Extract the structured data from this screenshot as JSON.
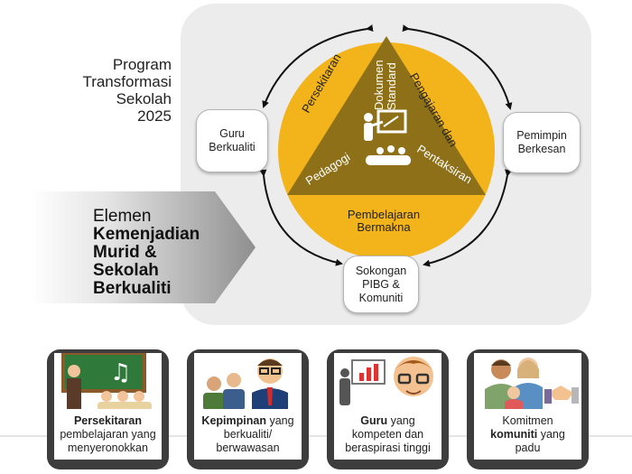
{
  "title": {
    "lines": [
      "Program",
      "Transformasi",
      "Sekolah",
      "2025"
    ]
  },
  "banner": {
    "line1": "Elemen",
    "line2": "Kemenjadian",
    "line3": "Murid &",
    "line4": "Sekolah",
    "line5": "Berkualiti"
  },
  "nodes": {
    "guru": {
      "line1": "Guru",
      "line2": "Berkualiti"
    },
    "pemimpin": {
      "line1": "Pemimpin",
      "line2": "Berkesan"
    },
    "sokongan": {
      "line1": "Sokongan",
      "line2": "PIBG &",
      "line3": "Komuniti"
    }
  },
  "triangle": {
    "persekitaran": "Persekitaran",
    "pengajaran": "Pengajaran dan",
    "dokumen_line1": "Dokumen",
    "dokumen_line2": "Standard",
    "pedagogi": "Pedagogi",
    "pentaksiran": "Pentaksiran",
    "pembelajaran_line1": "Pembelajaran",
    "pembelajaran_line2": "Bermakna"
  },
  "cards": [
    {
      "bold": "Persekitaran",
      "rest1": "pembelajaran yang",
      "rest2": "menyeronokkan"
    },
    {
      "bold": "Kepimpinan",
      "rest1": " yang",
      "rest2": "berkualiti/",
      "rest3": "berwawasan"
    },
    {
      "bold": "Guru",
      "rest1": " yang",
      "rest2": "kompeten dan",
      "rest3": "beraspirasi tinggi"
    },
    {
      "pre": "Komitmen",
      "bold": "komuniti",
      "rest1": " yang",
      "rest2": "padu"
    }
  ],
  "colors": {
    "gold": "#f2b31b",
    "olive": "#8d7018",
    "panel": "#ececec",
    "card": "#3d3d3d"
  }
}
